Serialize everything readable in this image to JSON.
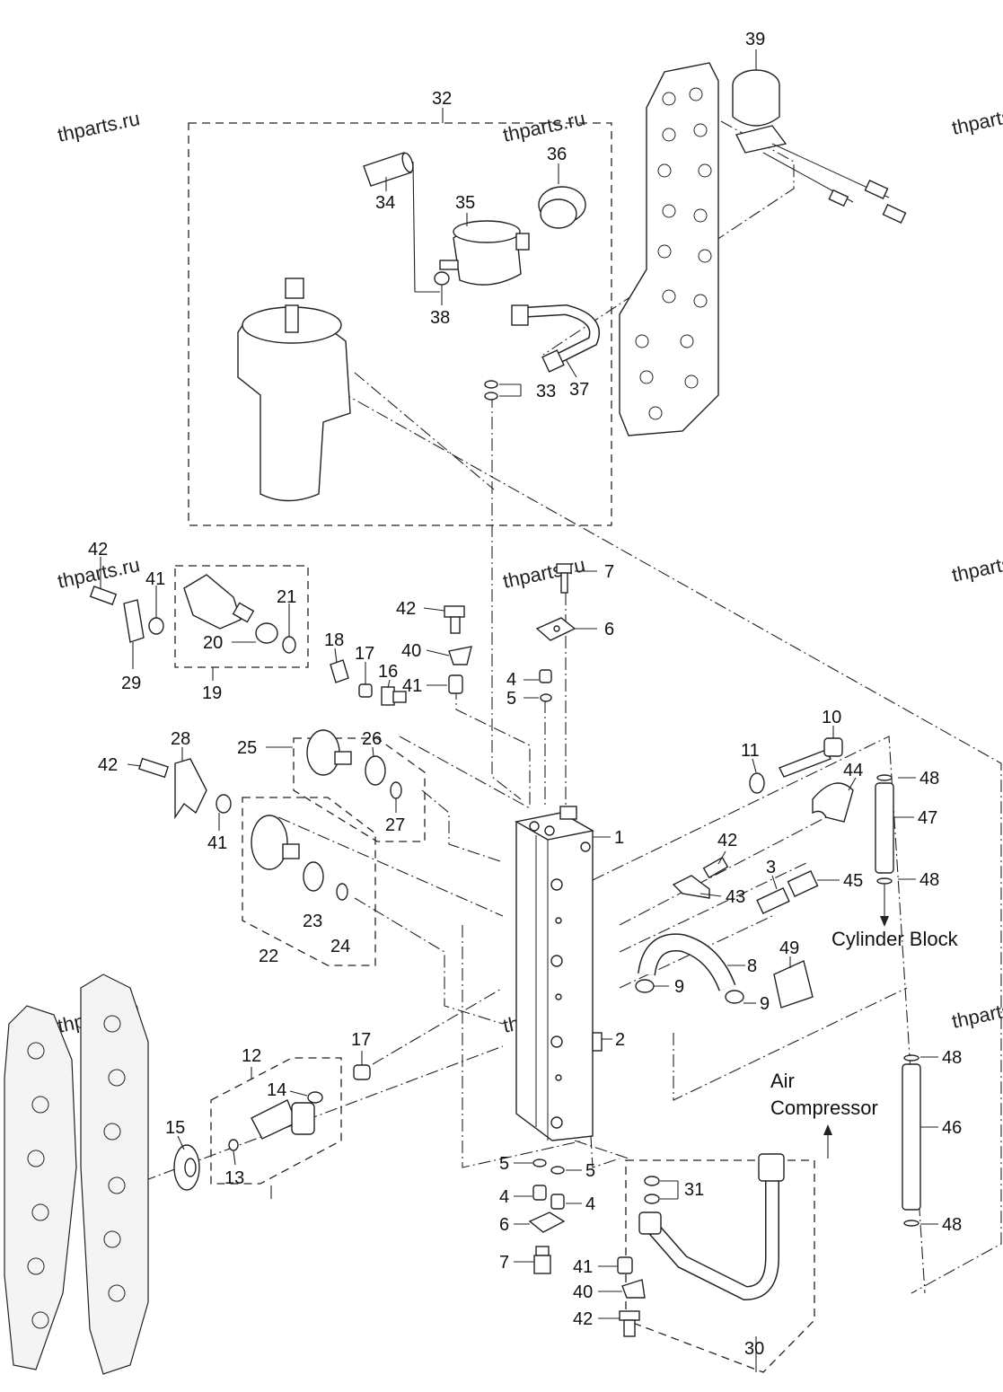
{
  "watermark": "thparts.ru",
  "callouts": {
    "n1": "1",
    "n2": "2",
    "n3": "3",
    "n4a": "4",
    "n4b": "4",
    "n4c": "4",
    "n5a": "5",
    "n5b": "5",
    "n5c": "5",
    "n6a": "6",
    "n6b": "6",
    "n7a": "7",
    "n7b": "7",
    "n8": "8",
    "n9a": "9",
    "n9b": "9",
    "n10": "10",
    "n11": "11",
    "n12": "12",
    "n13": "13",
    "n14": "14",
    "n15": "15",
    "n16": "16",
    "n17a": "17",
    "n17b": "17",
    "n18": "18",
    "n19": "19",
    "n20": "20",
    "n21": "21",
    "n22": "22",
    "n23": "23",
    "n24": "24",
    "n25": "25",
    "n26": "26",
    "n27": "27",
    "n28": "28",
    "n29": "29",
    "n30": "30",
    "n31": "31",
    "n32": "32",
    "n33": "33",
    "n34": "34",
    "n35": "35",
    "n36": "36",
    "n37": "37",
    "n38": "38",
    "n39": "39",
    "n40a": "40",
    "n40b": "40",
    "n41a": "41",
    "n41b": "41",
    "n41c": "41",
    "n41d": "41",
    "n42a": "42",
    "n42b": "42",
    "n42c": "42",
    "n42d": "42",
    "n42e": "42",
    "n43": "43",
    "n44": "44",
    "n45": "45",
    "n46": "46",
    "n47": "47",
    "n48a": "48",
    "n48b": "48",
    "n48c": "48",
    "n48d": "48",
    "n49": "49"
  },
  "labels": {
    "cylinder_block": "Cylinder Block",
    "air_line1": "Air",
    "air_line2": "Compressor"
  }
}
